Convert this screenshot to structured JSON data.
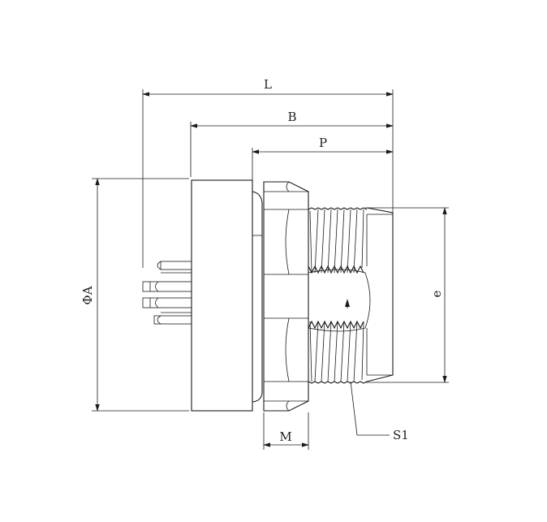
{
  "labels": {
    "L": "L",
    "B": "B",
    "P": "P",
    "A": "ΦA",
    "e": "e",
    "M": "M",
    "S1": "S1"
  }
}
